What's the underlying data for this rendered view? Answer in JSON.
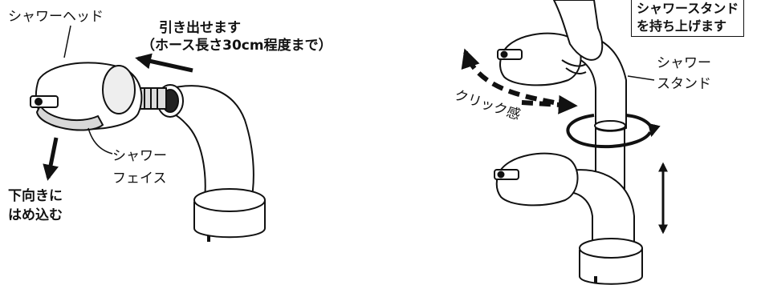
{
  "labels": {
    "shower_head": "シャワーヘッド",
    "pull_out_line1": "引き出せます",
    "pull_out_line2": "（ホース長さ30cm程度まで）",
    "shower_face_line1": "シャワー",
    "shower_face_line2": "フェイス",
    "insert_down_line1": "下向きに",
    "insert_down_line2": "はめ込む",
    "lift_stand_line1": "シャワースタンド",
    "lift_stand_line2": "を持ち上げます",
    "shower_stand_line1": "シャワー",
    "shower_stand_line2": "スタンド",
    "click_feel": "クリック感"
  }
}
